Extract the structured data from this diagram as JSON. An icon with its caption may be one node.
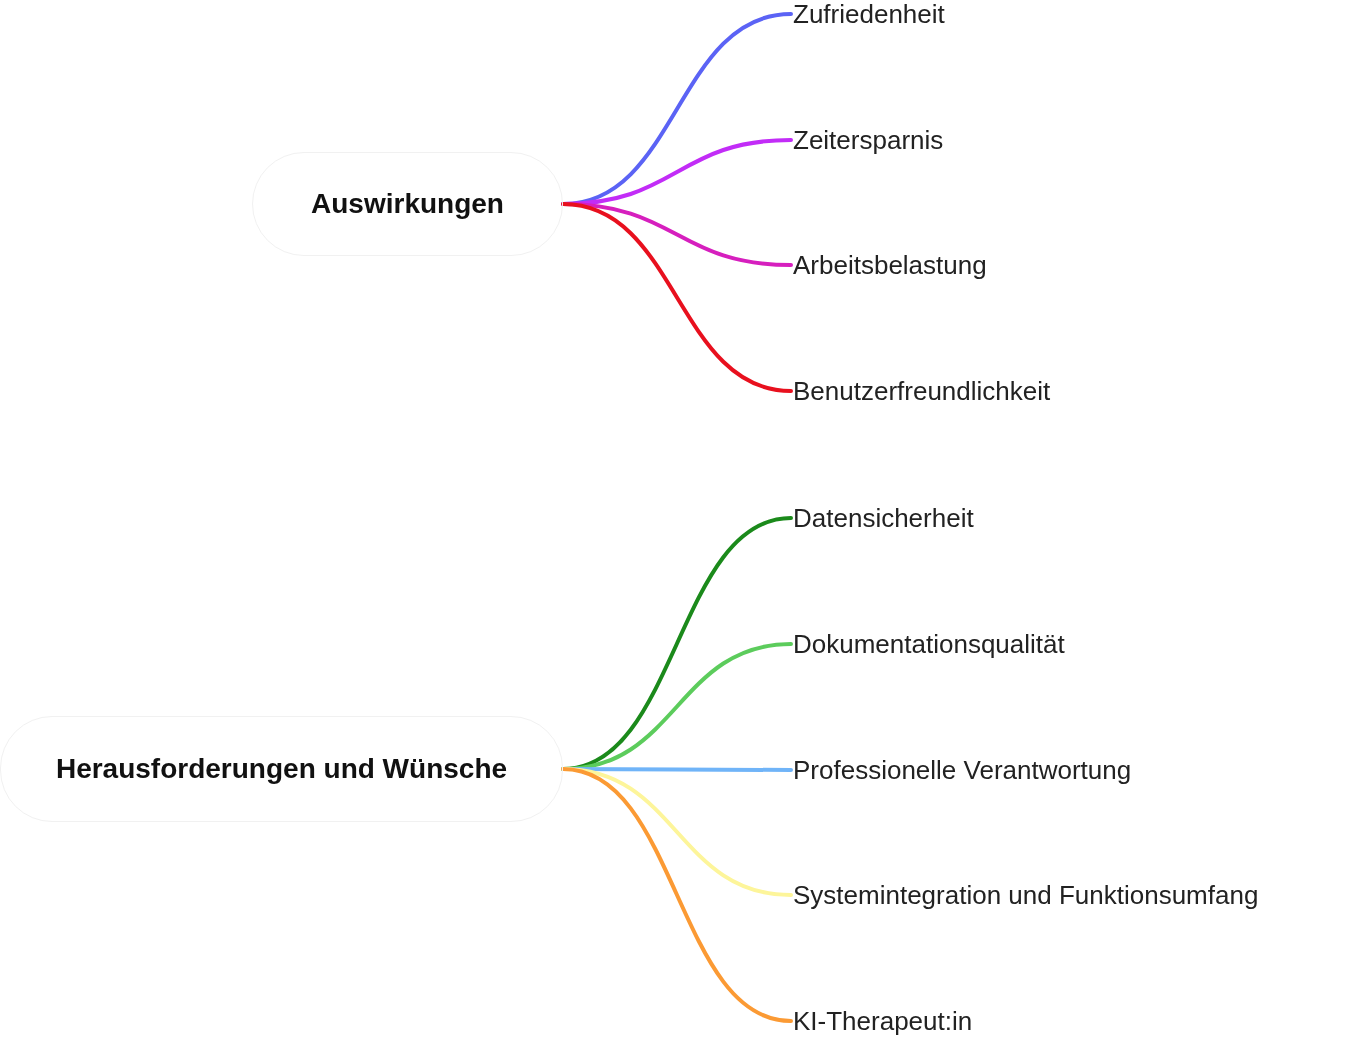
{
  "diagram": {
    "nodes": [
      {
        "text": [
          "Auswirkungen"
        ]
      },
      {
        "text": [
          "Zufriedenheit"
        ]
      },
      {
        "text": [
          "Zeitersparnis"
        ]
      },
      {
        "text": [
          "Arbeitsbelastung"
        ]
      },
      {
        "text": [
          "Benutzerfreundlichkeit"
        ]
      },
      {
        "text": [
          "Herausforderungen und Wünsche"
        ]
      },
      {
        "text": [
          "Datensicherheit"
        ]
      },
      {
        "text": [
          "Dokumentationsqualität"
        ]
      },
      {
        "text": [
          "Professionelle Verantwortung"
        ]
      },
      {
        "text": [
          "Systemintegration und Funktionsumfang"
        ]
      },
      {
        "text": [
          "KI-Therapeut:in"
        ]
      }
    ],
    "edges": [
      {
        "from": 0,
        "to": 1,
        "arrow": "none",
        "color": "#5b63f5"
      },
      {
        "from": 0,
        "to": 2,
        "arrow": "none",
        "color": "#c22cf7"
      },
      {
        "from": 0,
        "to": 3,
        "arrow": "none",
        "color": "#d61fbe"
      },
      {
        "from": 0,
        "to": 4,
        "arrow": "none",
        "color": "#e8101e"
      },
      {
        "from": 5,
        "to": 6,
        "arrow": "none",
        "color": "#1b8a1b"
      },
      {
        "from": 5,
        "to": 7,
        "arrow": "none",
        "color": "#5ccc5c"
      },
      {
        "from": 5,
        "to": 8,
        "arrow": "none",
        "color": "#70b4f8"
      },
      {
        "from": 5,
        "to": 9,
        "arrow": "none",
        "color": "#fdf59a"
      },
      {
        "from": 5,
        "to": 10,
        "arrow": "none",
        "color": "#fb9a34"
      }
    ]
  }
}
